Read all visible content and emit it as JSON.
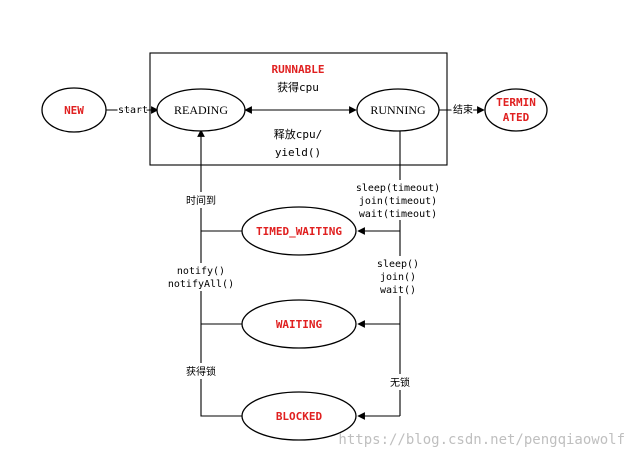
{
  "diagram": {
    "group_title": "RUNNABLE",
    "group_sub": "获得cpu",
    "group_bottom_line1": "释放cpu/",
    "group_bottom_line2": "yield()",
    "nodes": {
      "new": "NEW",
      "reading": "READING",
      "running": "RUNNING",
      "terminated_line1": "TERMIN",
      "terminated_line2": "ATED",
      "timed_waiting": "TIMED_WAITING",
      "waiting": "WAITING",
      "blocked": "BLOCKED"
    },
    "edges": {
      "start": "start",
      "end": "结束",
      "timed_in_1": "sleep(timeout)",
      "timed_in_2": "join(timeout)",
      "timed_in_3": "wait(timeout)",
      "wait_in_1": "sleep()",
      "wait_in_2": "join()",
      "wait_in_3": "wait()",
      "blocked_in": "无锁",
      "timed_out": "时间到",
      "wait_out_1": "notify()",
      "wait_out_2": "notifyAll()",
      "blocked_out": "获得锁"
    },
    "watermark": "https://blog.csdn.net/pengqiaowolf",
    "colors": {
      "highlight": "#e02020",
      "stroke": "#000000",
      "watermark": "#bfbfbf"
    }
  }
}
